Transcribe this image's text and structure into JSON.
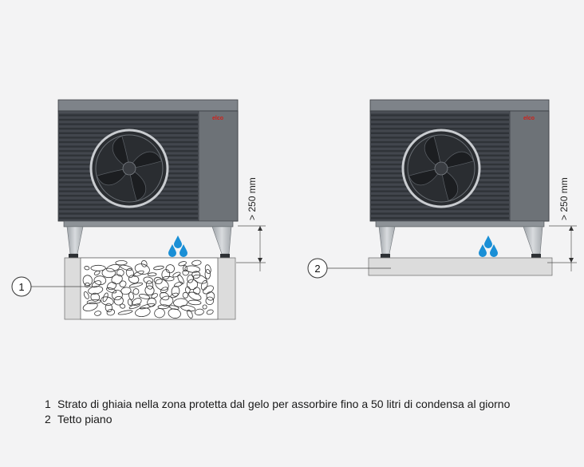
{
  "brand": "elco",
  "dimension_label": "> 250 mm",
  "callouts": [
    "1",
    "2"
  ],
  "legend": [
    {
      "num": "1",
      "text": "Strato di ghiaia nella zona protetta dal gelo per assorbire fino a 50 litri di condensa al giorno"
    },
    {
      "num": "2",
      "text": "Tetto piano"
    }
  ],
  "colors": {
    "housing": "#555a60",
    "grille": "#3f434a",
    "side_panel": "#6b7075",
    "brand_red": "#d0201a",
    "water_drop": "#1a8fd6",
    "foundation": "#dcdcdc",
    "background": "#f3f3f4"
  }
}
